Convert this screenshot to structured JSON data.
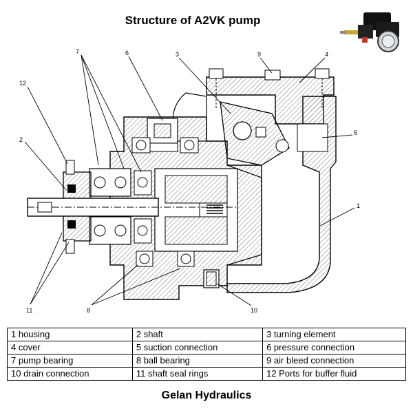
{
  "title": "Structure of A2VK pump",
  "footer": "Gelan Hydraulics",
  "callouts": [
    "7",
    "6",
    "3",
    "9",
    "4",
    "12",
    "2",
    "5",
    "1",
    "11",
    "8",
    "10"
  ],
  "legend": [
    [
      "1 housing",
      "2 shaft",
      "3 turning element"
    ],
    [
      "4 cover",
      "5 suction connection",
      "6 pressure connection"
    ],
    [
      "7 pump bearing",
      "8 ball bearing",
      "9 air bleed connection"
    ],
    [
      "10 drain connection",
      "11 shaft seal rings",
      "12 Ports for buffer fluid"
    ]
  ]
}
